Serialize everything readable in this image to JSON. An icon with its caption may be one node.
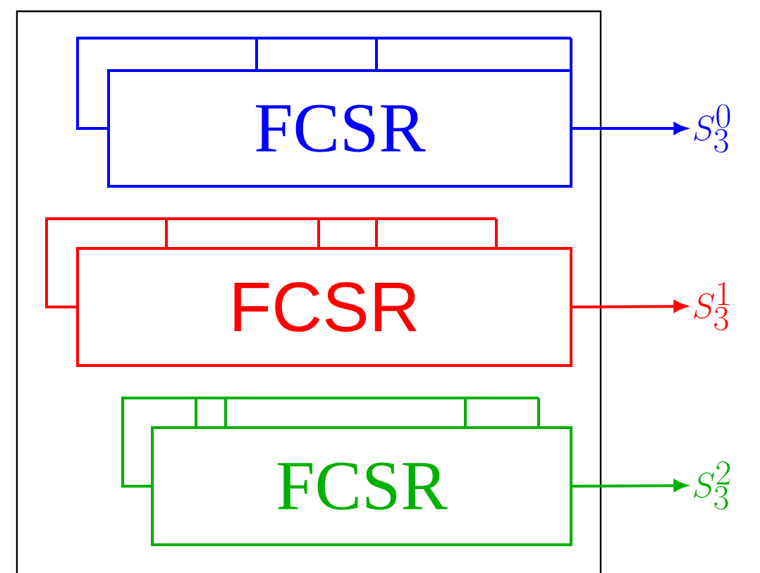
{
  "diagram": {
    "nodes": [
      {
        "text": [
          "FCSR"
        ]
      },
      {
        "text": [
          "FCSR"
        ]
      },
      {
        "text": [
          "FCSR"
        ]
      },
      {
        "text": [
          "S_3^0"
        ]
      },
      {
        "text": [
          "S_3^1"
        ]
      },
      {
        "text": [
          "S_3^2"
        ]
      }
    ],
    "edges": [
      {
        "from": 0,
        "to": 3,
        "arrow": "to",
        "color": "#0000ff"
      },
      {
        "from": 1,
        "to": 4,
        "arrow": "to",
        "color": "#ff0000"
      },
      {
        "from": 2,
        "to": 5,
        "arrow": "to",
        "color": "#00b000"
      }
    ]
  }
}
